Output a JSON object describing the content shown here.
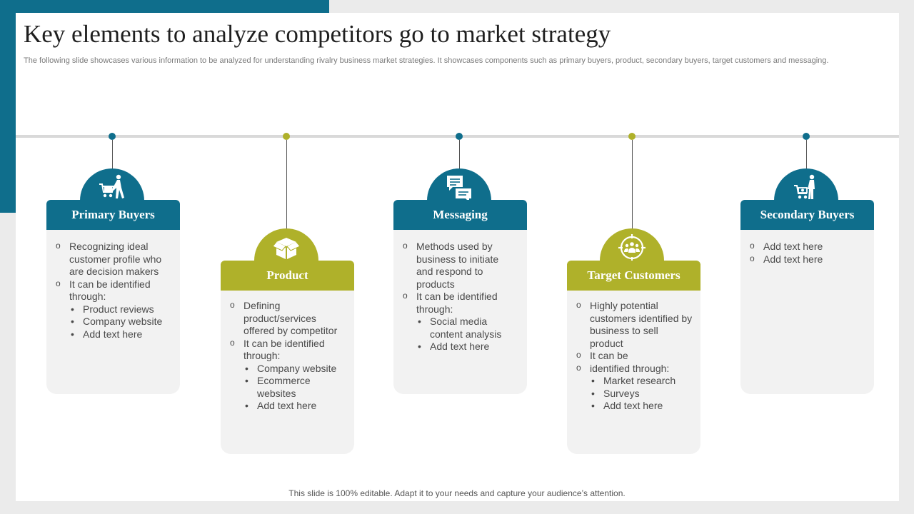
{
  "slide": {
    "title": "Key elements to analyze competitors go to market strategy",
    "subtitle": "The following slide showcases various information to be analyzed for understanding rivalry business market strategies. It showcases components such as primary buyers, product, secondary buyers, target customers and messaging.",
    "footer": "This slide is 100% editable. Adapt it to your needs and capture your audience’s attention."
  },
  "colors": {
    "blue": "#0f6e8c",
    "olive": "#afb12a",
    "timeline": "#d9d9d9",
    "card": "#f2f2f2"
  },
  "cards": [
    {
      "heading": "Primary Buyers",
      "icon": "shopping-cart-person-icon",
      "points": [
        {
          "text": "Recognizing ideal customer profile who are decision makers",
          "sub": []
        },
        {
          "text": "It can be identified through:",
          "sub": [
            "Product reviews",
            "Company website",
            "Add text here"
          ]
        }
      ]
    },
    {
      "heading": "Product",
      "icon": "open-box-icon",
      "points": [
        {
          "text": "Defining product/services offered by competitor",
          "sub": []
        },
        {
          "text": "It can be identified through:",
          "sub": [
            "Company website",
            "Ecommerce websites",
            "Add text here"
          ]
        }
      ]
    },
    {
      "heading": "Messaging",
      "icon": "chat-bubbles-icon",
      "points": [
        {
          "text": "Methods used by business to initiate and respond to products",
          "sub": []
        },
        {
          "text": "It can be identified through:",
          "sub": [
            "Social media content analysis",
            "Add text here"
          ]
        }
      ]
    },
    {
      "heading": "Target Customers",
      "icon": "target-group-icon",
      "points": [
        {
          "text": "Highly potential customers identified by business to sell product",
          "sub": []
        },
        {
          "text": "It can be",
          "sub": []
        },
        {
          "text": "identified through:",
          "sub": [
            "Market research",
            "Surveys",
            "Add text here"
          ]
        }
      ]
    },
    {
      "heading": "Secondary Buyers",
      "icon": "cart-person-icon",
      "points": [
        {
          "text": "Add text here",
          "sub": []
        },
        {
          "text": "Add text here",
          "sub": []
        }
      ]
    }
  ]
}
